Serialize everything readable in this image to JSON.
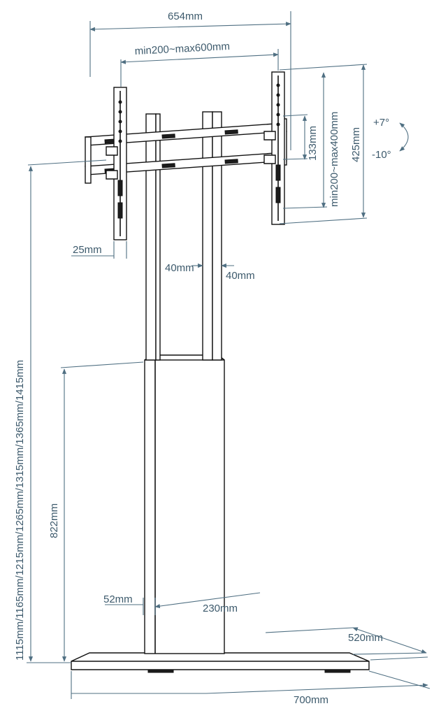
{
  "labels": {
    "overall_width": "654mm",
    "vesa_width": "min200~max600mm",
    "arm_depth": "25mm",
    "upright_gap_left": "40mm",
    "upright_gap_right": "40mm",
    "tilt_up": "+7°",
    "tilt_down": "-10°",
    "arm_height": "133mm",
    "vesa_height": "min200~max400mm",
    "plate_height": "425mm",
    "height_options": "1115mm/1165mm/1215mm/1265mm/1315mm/1365mm/1415mm",
    "column_height": "822mm",
    "column_depth": "52mm",
    "column_width": "230mm",
    "base_depth": "520mm",
    "base_width": "700mm"
  },
  "colors": {
    "dimension_text": "#3d5a6c",
    "dimension_line": "#4f6f82",
    "ink": "#111111"
  }
}
